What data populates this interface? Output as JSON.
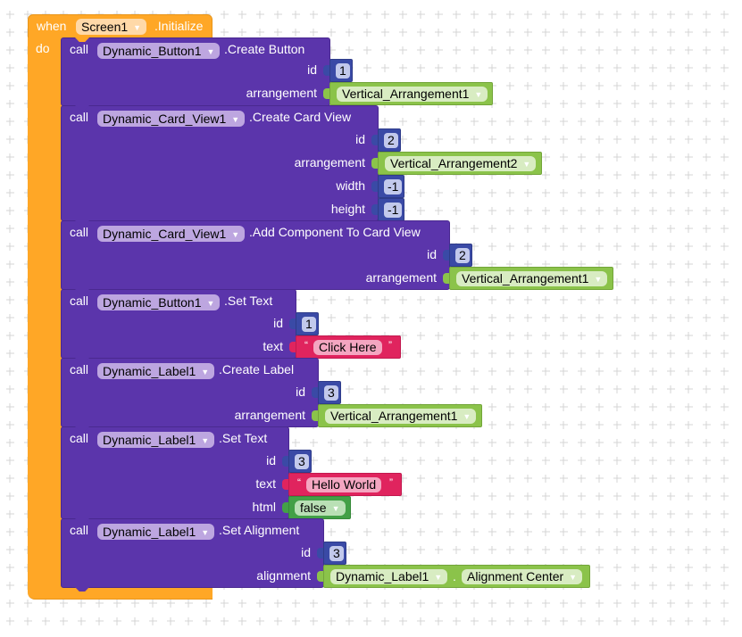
{
  "event": {
    "when_label": "when",
    "component": "Screen1",
    "event_name": ".Initialize",
    "do_label": "do"
  },
  "blocks": [
    {
      "call_label": "call",
      "component": "Dynamic_Button1",
      "method": ".Create Button",
      "params": [
        {
          "label": "id",
          "type": "number",
          "value": "1"
        },
        {
          "label": "arrangement",
          "type": "component",
          "value": "Vertical_Arrangement1"
        }
      ]
    },
    {
      "call_label": "call",
      "component": "Dynamic_Card_View1",
      "method": ".Create Card View",
      "params": [
        {
          "label": "id",
          "type": "number",
          "value": "2"
        },
        {
          "label": "arrangement",
          "type": "component",
          "value": "Vertical_Arrangement2"
        },
        {
          "label": "width",
          "type": "number",
          "value": "-1"
        },
        {
          "label": "height",
          "type": "number",
          "value": "-1"
        }
      ]
    },
    {
      "call_label": "call",
      "component": "Dynamic_Card_View1",
      "method": ".Add Component To Card View",
      "params": [
        {
          "label": "id",
          "type": "number",
          "value": "2"
        },
        {
          "label": "arrangement",
          "type": "component",
          "value": "Vertical_Arrangement1"
        }
      ]
    },
    {
      "call_label": "call",
      "component": "Dynamic_Button1",
      "method": ".Set Text",
      "params": [
        {
          "label": "id",
          "type": "number",
          "value": "1"
        },
        {
          "label": "text",
          "type": "text",
          "value": "Click Here"
        }
      ]
    },
    {
      "call_label": "call",
      "component": "Dynamic_Label1",
      "method": ".Create Label",
      "params": [
        {
          "label": "id",
          "type": "number",
          "value": "3"
        },
        {
          "label": "arrangement",
          "type": "component",
          "value": "Vertical_Arrangement1"
        }
      ]
    },
    {
      "call_label": "call",
      "component": "Dynamic_Label1",
      "method": ".Set Text",
      "params": [
        {
          "label": "id",
          "type": "number",
          "value": "3"
        },
        {
          "label": "text",
          "type": "text",
          "value": "Hello World"
        },
        {
          "label": "html",
          "type": "boolean",
          "value": "false"
        }
      ]
    },
    {
      "call_label": "call",
      "component": "Dynamic_Label1",
      "method": ".Set Alignment",
      "params": [
        {
          "label": "id",
          "type": "number",
          "value": "3"
        },
        {
          "label": "alignment",
          "type": "property",
          "component": "Dynamic_Label1",
          "separator": ".",
          "value": "Alignment Center"
        }
      ]
    }
  ],
  "glyphs": {
    "dropdown_arrow": "▼",
    "quote_open": "“",
    "quote_close": "”"
  },
  "colors": {
    "event": "#ffa726",
    "procedure": "#5b35ab",
    "number": "#3a4aa6",
    "component": "#8bc34a",
    "text": "#e0245e",
    "boolean": "#43a047"
  }
}
